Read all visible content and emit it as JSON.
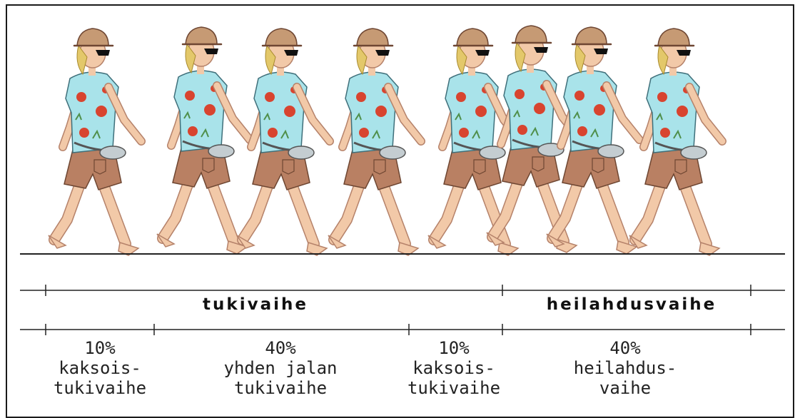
{
  "colors": {
    "frame": "#1a1a1a",
    "skin": "#f2c9a8",
    "skin_outline": "#b5826a",
    "shirt": "#a9e3ea",
    "flower": "#d8442f",
    "leaf": "#4f8f4a",
    "shorts": "#b98063",
    "hair": "#e3c86a",
    "helmet": "#c69a74",
    "bag": "#c4cdd1",
    "ground": "#222222"
  },
  "figures": {
    "count": 8,
    "description_icon": "walking-tourist-figure"
  },
  "phases": {
    "support": {
      "label": "tukivaihe"
    },
    "swing": {
      "label": "heilahdusvaihe"
    }
  },
  "subphases": [
    {
      "percent": "10%",
      "line1": "kaksois-",
      "line2": "tukivaihe"
    },
    {
      "percent": "40%",
      "line1": "yhden jalan",
      "line2": "tukivaihe"
    },
    {
      "percent": "10%",
      "line1": "kaksois-",
      "line2": "tukivaihe"
    },
    {
      "percent": "40%",
      "line1": "heilahdus-",
      "line2": "vaihe"
    }
  ]
}
